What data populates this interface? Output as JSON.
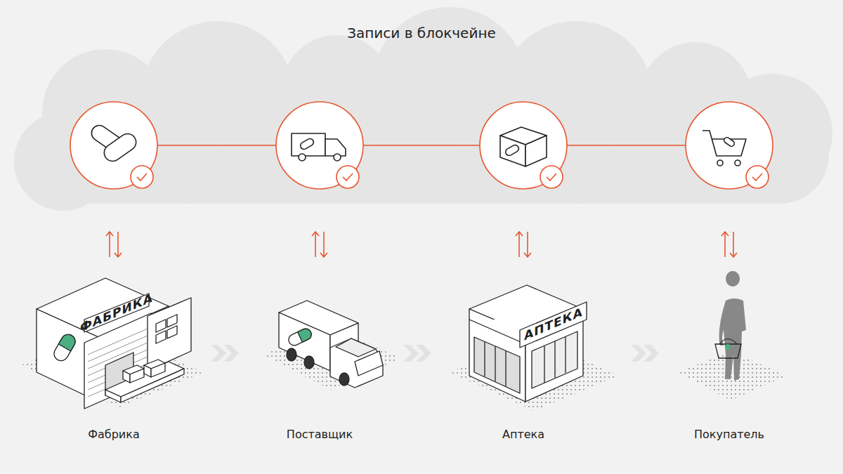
{
  "diagram": {
    "title": "Записи в блокчейне",
    "labels": [
      "Фабрика",
      "Поставщик",
      "Аптека",
      "Покупатель",
      "ФАБРИКА",
      "АПТЕКА"
    ]
  }
}
